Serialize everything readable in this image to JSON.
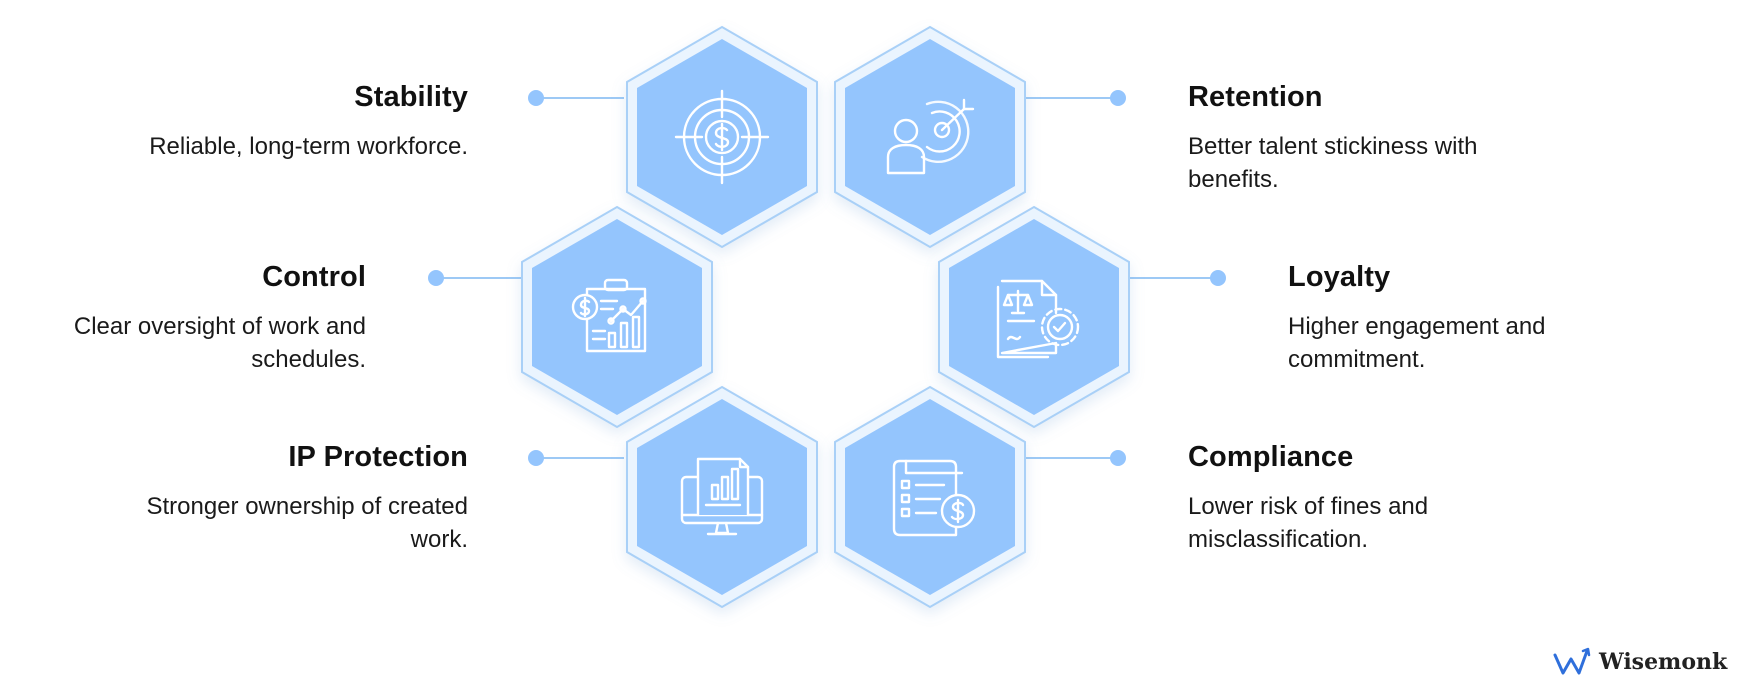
{
  "benefits": [
    {
      "title": "Stability",
      "description": "Reliable, long-term workforce.",
      "icon": "dollar-target-icon"
    },
    {
      "title": "Retention",
      "description": "Better talent stickiness with benefits.",
      "icon": "person-target-icon"
    },
    {
      "title": "Control",
      "description": "Clear oversight of work and schedules.",
      "icon": "clipboard-chart-icon"
    },
    {
      "title": "Loyalty",
      "description": "Higher engagement and commitment.",
      "icon": "contract-gear-icon"
    },
    {
      "title": "IP Protection",
      "description": "Stronger ownership of created work.",
      "icon": "monitor-document-icon"
    },
    {
      "title": "Compliance",
      "description": "Lower risk of fines and misclassification.",
      "icon": "checklist-dollar-icon"
    }
  ],
  "brand": {
    "name": "Wisemonk",
    "logo_icon": "wisemonk-logo-icon"
  },
  "colors": {
    "hex_fill": "#94c5fd",
    "hex_outline": "#a9d0f7",
    "connector": "#9dc9f5",
    "dot": "#94c5fd",
    "icon_stroke": "#ffffff",
    "brand_blue": "#2f6fdb"
  }
}
